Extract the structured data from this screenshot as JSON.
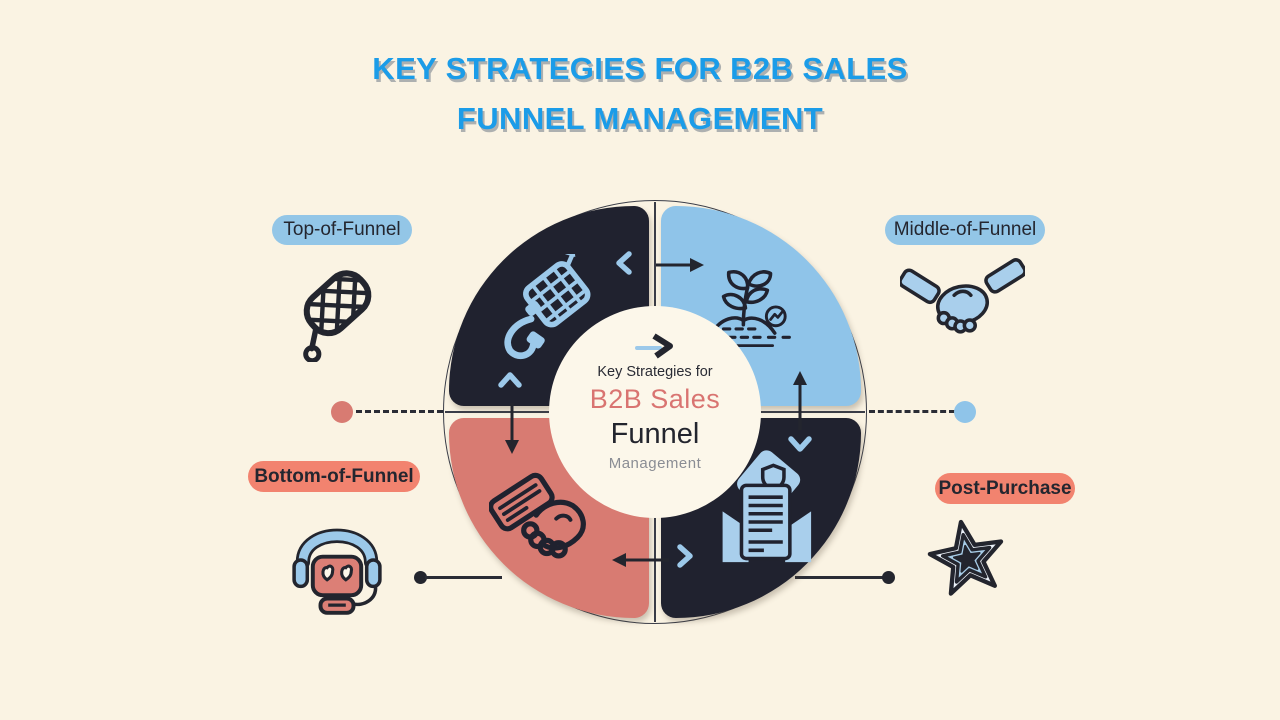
{
  "title": {
    "line1": "KEY STRATEGIES FOR B2B SALES",
    "line2": "FUNNEL MANAGEMENT",
    "color": "#1B9CE8"
  },
  "center": {
    "logo_icon": "arrow-logo-icon",
    "eyebrow": "Key Strategies for",
    "highlight": "B2B Sales",
    "highlight_color": "#D97471",
    "main": "Funnel",
    "sub": "Management"
  },
  "stages": [
    {
      "position": "top-left",
      "label": "Top-of-Funnel",
      "pill_color": "#93C6E7",
      "quadrant_color": "#20222F",
      "quadrant_icon": "funnel-net-icon",
      "outer_icon": "lead-net-icon"
    },
    {
      "position": "top-right",
      "label": "Middle-of-Funnel",
      "pill_color": "#93C6E7",
      "quadrant_color": "#8FC4E9",
      "quadrant_icon": "growth-plant-icon",
      "outer_icon": "handshake-icon"
    },
    {
      "position": "bottom-left",
      "label": "Bottom-of-Funnel",
      "pill_color": "#F2836F",
      "quadrant_color": "#D87B72",
      "quadrant_icon": "deal-handshake-icon",
      "outer_icon": "support-robot-icon"
    },
    {
      "position": "bottom-right",
      "label": "Post-Purchase",
      "pill_color": "#F2836F",
      "quadrant_color": "#20222F",
      "quadrant_icon": "welcome-mail-icon",
      "outer_icon": "star-badge-icon"
    }
  ],
  "connectors": {
    "left_dot_color": "#D87B72",
    "right_dot_color": "#8FC4E9",
    "bottom_dot_color": "#23252E",
    "line_color": "#2A2C35"
  },
  "colors": {
    "background": "#FAF3E3",
    "dark_quadrant": "#20222F",
    "blue_quadrant": "#8FC4E9",
    "salmon_quadrant": "#D87B72",
    "icon_blue": "#9CC9EA",
    "hub_background": "#FCF7EA"
  }
}
